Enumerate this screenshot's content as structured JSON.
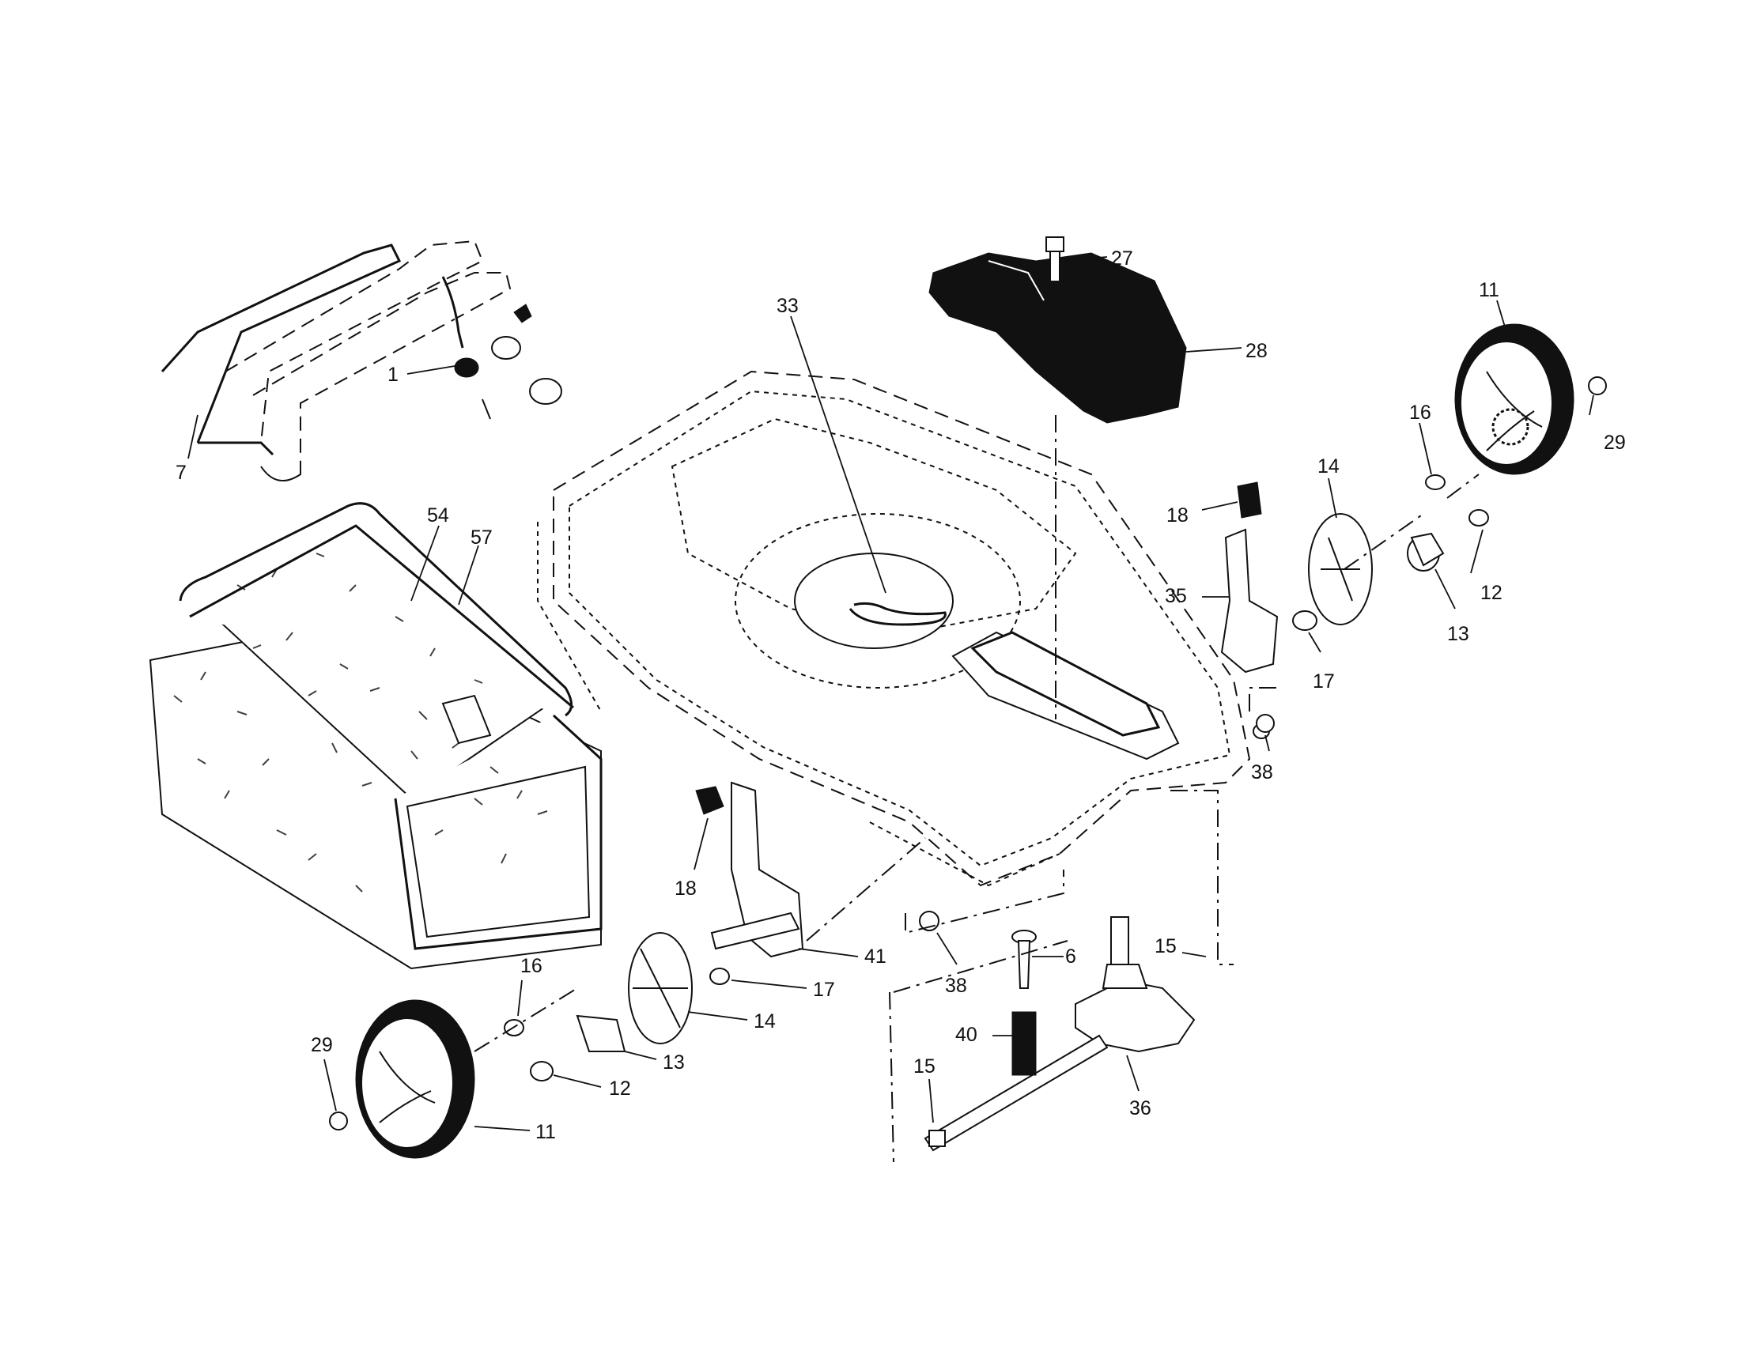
{
  "diagram": {
    "callouts": [
      {
        "id": "c1",
        "label": "1"
      },
      {
        "id": "c7",
        "label": "7"
      },
      {
        "id": "c54",
        "label": "54"
      },
      {
        "id": "c57",
        "label": "57"
      },
      {
        "id": "c33",
        "label": "33"
      },
      {
        "id": "c27",
        "label": "27"
      },
      {
        "id": "c28",
        "label": "28"
      },
      {
        "id": "c11a",
        "label": "11"
      },
      {
        "id": "c29a",
        "label": "29"
      },
      {
        "id": "c16a",
        "label": "16"
      },
      {
        "id": "c14a",
        "label": "14"
      },
      {
        "id": "c18a",
        "label": "18"
      },
      {
        "id": "c35",
        "label": "35"
      },
      {
        "id": "c17a",
        "label": "17"
      },
      {
        "id": "c13a",
        "label": "13"
      },
      {
        "id": "c12a",
        "label": "12"
      },
      {
        "id": "c38a",
        "label": "38"
      },
      {
        "id": "c18b",
        "label": "18"
      },
      {
        "id": "c41",
        "label": "41"
      },
      {
        "id": "c17b",
        "label": "17"
      },
      {
        "id": "c14b",
        "label": "14"
      },
      {
        "id": "c16b",
        "label": "16"
      },
      {
        "id": "c13b",
        "label": "13"
      },
      {
        "id": "c12b",
        "label": "12"
      },
      {
        "id": "c29b",
        "label": "29"
      },
      {
        "id": "c11b",
        "label": "11"
      },
      {
        "id": "c38b",
        "label": "38"
      },
      {
        "id": "c6",
        "label": "6"
      },
      {
        "id": "c40",
        "label": "40"
      },
      {
        "id": "c15a",
        "label": "15"
      },
      {
        "id": "c15b",
        "label": "15"
      },
      {
        "id": "c36",
        "label": "36"
      }
    ]
  }
}
